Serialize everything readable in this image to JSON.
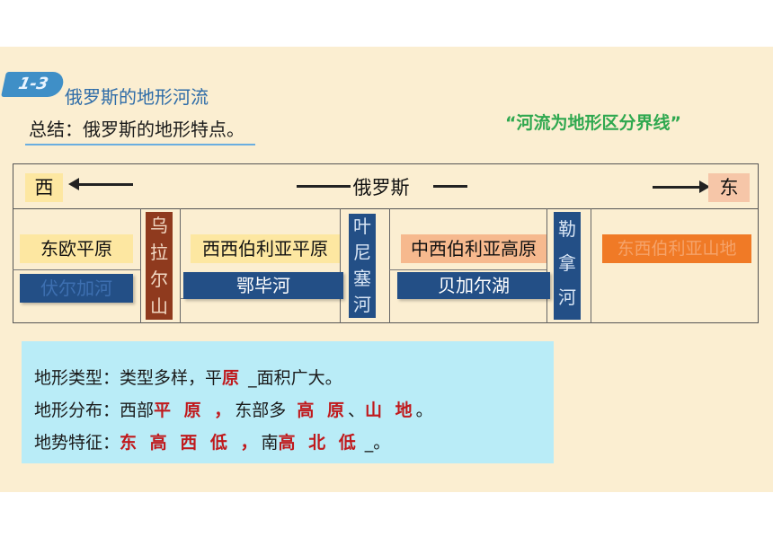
{
  "header": {
    "badge": "1-3",
    "section_title": "俄罗斯的地形河流",
    "subtitle": "总结：俄罗斯的地形特点。",
    "quote": "“河流为地形区分界线”"
  },
  "table": {
    "west": "西",
    "center": "俄罗斯",
    "east": "东",
    "regions": {
      "east_european_plain": "东欧平原",
      "ural": [
        "乌",
        "拉",
        "尔",
        "山"
      ],
      "west_siberian_plain": "西西伯利亚平原",
      "yenisei": [
        "叶",
        "尼",
        "塞",
        "河"
      ],
      "central_siberian_plateau": "中西伯利亚高原",
      "lena": [
        "勒",
        "拿",
        "河"
      ],
      "east_siberian_mountains": "东西伯利亚山地"
    },
    "waters": {
      "volga": "伏尔加河",
      "ob": "鄂毕河",
      "baikal": "贝加尔湖"
    }
  },
  "summary": {
    "line1_prefix": "地形类型：类型多样，平",
    "line1_answer": "原",
    "line1_blank": " _",
    "line1_suffix": "面积广大。",
    "line2_prefix": "地形分布：西部",
    "line2_answer1": "平 原 ，",
    "line2_mid": "东部多",
    "line2_answer2": "高 原",
    "line2_sep": "、",
    "line2_answer3": "山 地",
    "line2_suffix": "。",
    "line3_prefix": "地势特征：",
    "line3_answer1": "东 高 西 低 ，",
    "line3_mid": "南",
    "line3_answer2": "高 北 低",
    "line3_blank": " _",
    "line3_suffix": "。"
  },
  "colors": {
    "slide_bg": "#fbeed1",
    "yellow_label": "#fde7a1",
    "peach_label": "#f6b98e",
    "orange_label": "#f07a26",
    "river_blue": "#234f86",
    "brown_mountain": "#8f3a1e",
    "summary_bg": "#b9ecf7",
    "answer_red": "#c0191c",
    "quote_green": "#2fa84f"
  }
}
